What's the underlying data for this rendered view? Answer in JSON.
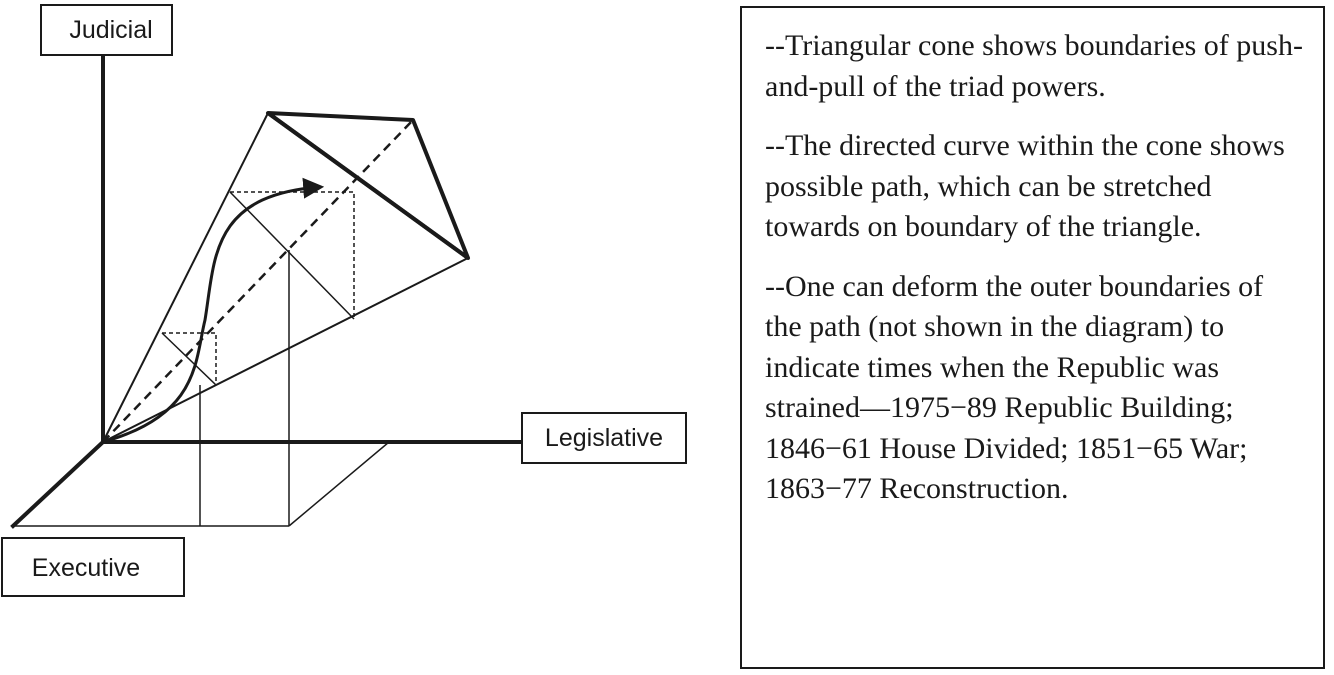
{
  "axes": {
    "judicial": "Judicial",
    "legislative": "Legislative",
    "executive": "Executive"
  },
  "notes": [
    "--Triangular cone shows boundaries of push-and-pull of the triad powers.",
    "--The directed curve within the cone shows possible path, which can be stretched towards on boundary of the triangle.",
    "--One can deform the outer boundaries of the path (not shown in the diagram) to indicate times when the Republic was strained—1975−89 Republic Building; 1846−61 House Divided; 1851−65 War; 1863−77 Reconstruction."
  ],
  "colors": {
    "ink": "#1a1a1a",
    "background": "#ffffff"
  }
}
